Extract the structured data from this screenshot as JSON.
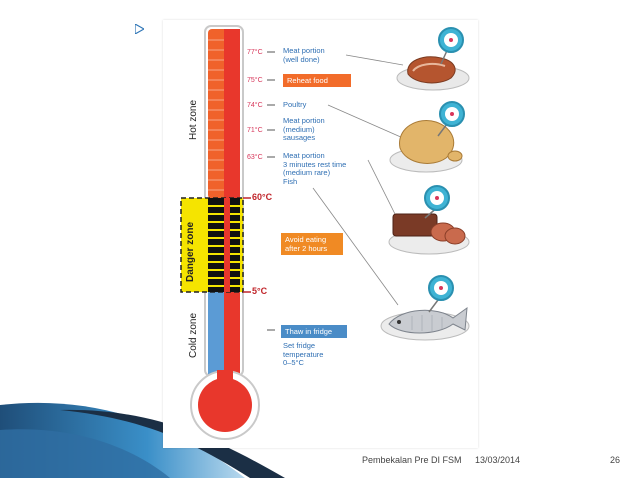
{
  "infographic": {
    "zones": {
      "hot": "Hot zone",
      "danger": "Danger zone",
      "cold": "Cold zone"
    },
    "boundaries": {
      "upper": "60°C",
      "lower": "5°C"
    },
    "hot_items": [
      {
        "temp": "77°C",
        "desc": [
          "Meat portion",
          "(well done)"
        ]
      },
      {
        "temp": "75°C",
        "desc": [
          "Reheat food"
        ]
      },
      {
        "temp": "74°C",
        "desc": [
          "Poultry"
        ]
      },
      {
        "temp": "71°C",
        "desc": [
          "Meat portion",
          "(medium)",
          "sausages"
        ]
      },
      {
        "temp": "63°C",
        "desc": [
          "Meat portion",
          "3 minutes rest time",
          "(medium rare)",
          "Fish"
        ]
      }
    ],
    "danger_note": [
      "Avoid eating",
      "after 2 hours"
    ],
    "cold_note_tag": "Thaw in fridge",
    "cold_note": [
      "Set fridge",
      "temperature",
      "0–5°C"
    ],
    "colors": {
      "hot_red": "#e8372c",
      "hot_orange": "#f0622b",
      "cold_blue": "#5b9bd5",
      "danger_yellow": "#f5e400",
      "reheat_tag": "#f26c2a",
      "avoid_tag": "#f08a24",
      "thaw_tag": "#4a8cc7",
      "food_icon_ring": "#3fb3d4"
    },
    "food_icons": [
      "steak-icon",
      "roast-chicken-icon",
      "sliced-meat-icon",
      "fish-icon"
    ]
  },
  "footer": {
    "title": "Pembekalan Pre DI FSM",
    "date": "13/03/2014",
    "page": "26"
  }
}
